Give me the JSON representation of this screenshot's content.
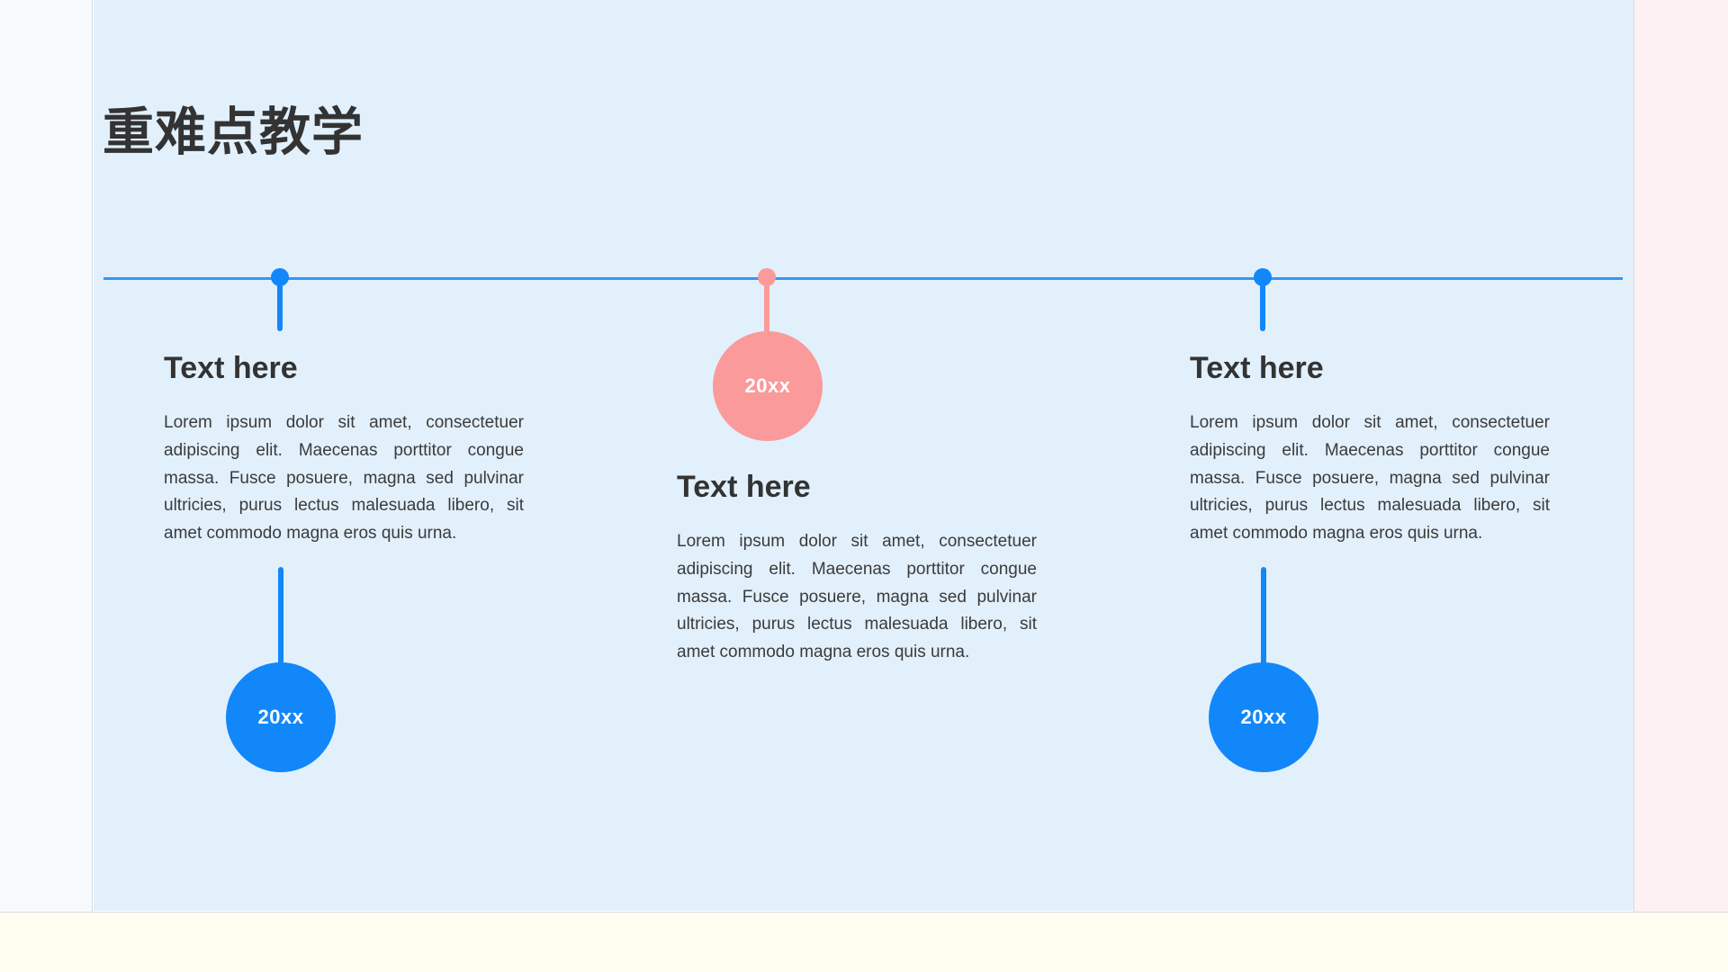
{
  "slide": {
    "title": "重难点教学",
    "background_color": "#e2f0fc",
    "accent_blue": "#1187fa",
    "axis_blue": "#3296f5",
    "accent_pink": "#fa9a9a",
    "title_color": "#333333",
    "edge_left_color": "#f7fafd",
    "edge_right_color": "#fdf1f1",
    "edge_bottom_color": "#fffdf0"
  },
  "timeline": {
    "axis_label": "timeline-axis",
    "nodes": [
      {
        "id": "node-1",
        "heading": "Text here",
        "body": "Lorem ipsum dolor sit amet, consectetuer adipiscing elit. Maecenas porttitor congue massa. Fusce posuere, magna sed pulvinar ultricies, purus lectus malesuada libero, sit amet commodo magna eros quis urna.",
        "year": "20xx",
        "color": "#1187fa",
        "position": "below-text"
      },
      {
        "id": "node-2",
        "heading": "Text here",
        "body": "Lorem ipsum dolor sit amet, consectetuer adipiscing elit. Maecenas porttitor congue massa. Fusce posuere, magna sed pulvinar ultricies, purus lectus malesuada libero, sit amet commodo magna eros quis urna.",
        "year": "20xx",
        "color": "#fa9a9a",
        "position": "above-text"
      },
      {
        "id": "node-3",
        "heading": "Text here",
        "body": "Lorem ipsum dolor sit amet, consectetuer adipiscing elit. Maecenas porttitor congue massa. Fusce posuere, magna sed pulvinar ultricies, purus lectus malesuada libero, sit amet commodo magna eros quis urna.",
        "year": "20xx",
        "color": "#1187fa",
        "position": "below-text"
      }
    ]
  }
}
